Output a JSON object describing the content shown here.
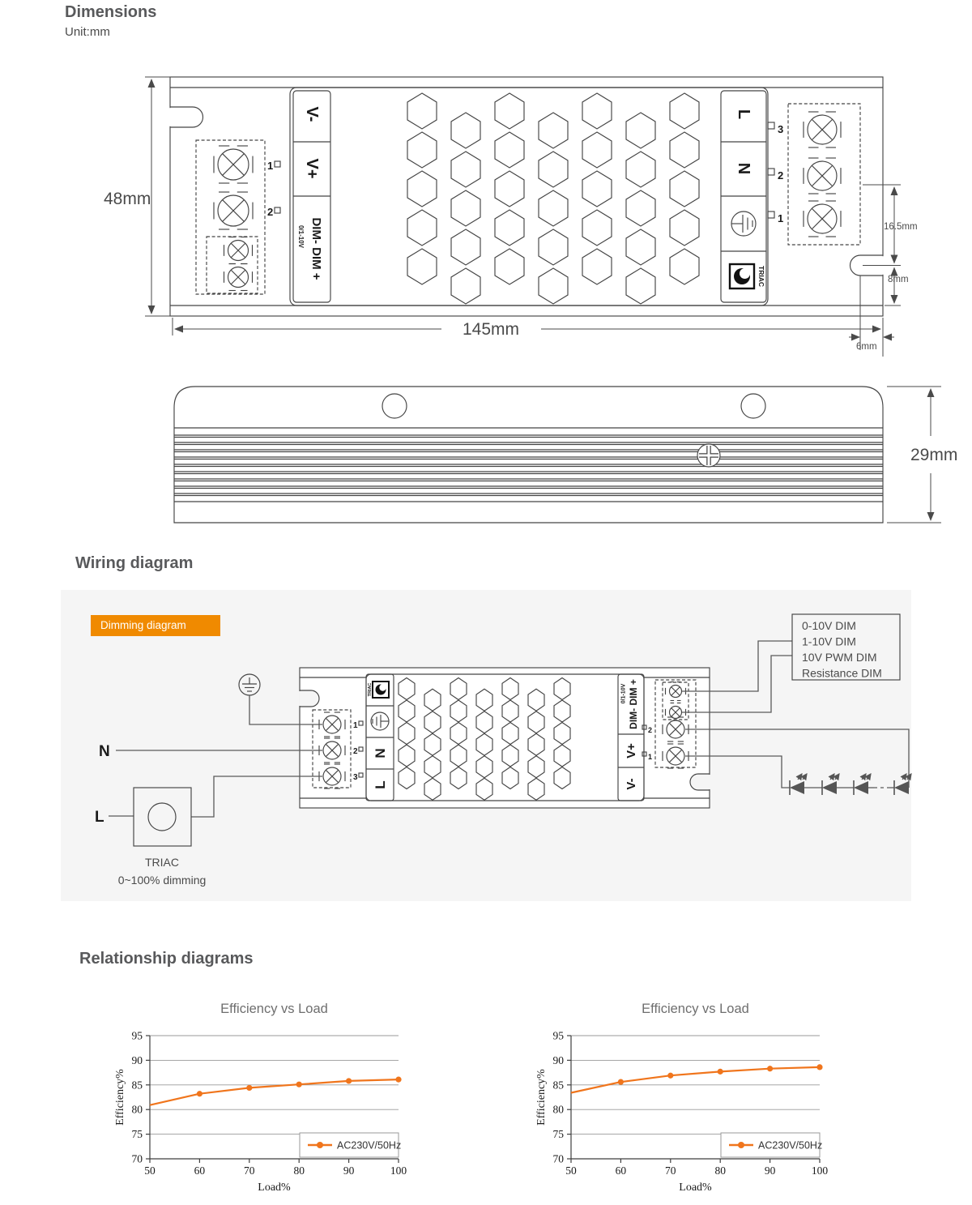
{
  "dimensions": {
    "title": "Dimensions",
    "unit": "Unit:mm",
    "width_label": "48mm",
    "length_label": "145mm",
    "height_label": "29mm",
    "pitch_label": "16.5mm",
    "slot_offset_label": "8mm",
    "slot_inset_label": "6mm",
    "top_view": {
      "v_minus": "V-",
      "v_plus": "V+",
      "dim_row": "DIM-  DIM +",
      "dim_range": "0/1-10V",
      "line": "L",
      "neutral": "N",
      "triac": "TRIAC",
      "left_terminals": [
        "1",
        "2"
      ],
      "right_terminals": [
        "3",
        "2",
        "1"
      ]
    }
  },
  "wiring": {
    "title": "Wiring diagram",
    "badge": "Dimming diagram",
    "badge_color": "#F08A00",
    "dim_box": [
      "0-10V DIM",
      "1-10V DIM",
      "10V PWM DIM",
      "Resistance DIM"
    ],
    "neutral": "N",
    "line": "L",
    "triac_name": "TRIAC",
    "triac_range": "0~100% dimming",
    "device": {
      "triac": "TRIAC",
      "dim_row": "DIM-  DIM +",
      "dim_range": "0/1-10V",
      "v_plus": "V+",
      "v_minus": "V-",
      "neutral": "N",
      "line": "L",
      "left_terminals": [
        "1",
        "2",
        "3"
      ],
      "right_terminals": [
        "2",
        "1"
      ]
    }
  },
  "relationship": {
    "title": "Relationship diagrams"
  },
  "chart_data": [
    {
      "type": "line",
      "title": "Efficiency vs Load",
      "xlabel": "Load%",
      "ylabel": "Efficiency%",
      "x": [
        50,
        60,
        70,
        80,
        90,
        100
      ],
      "series": [
        {
          "name": "AC230V/50Hz",
          "values": [
            80.9,
            83.2,
            84.4,
            85.1,
            85.8,
            86.1
          ]
        }
      ],
      "xlim": [
        50,
        100
      ],
      "ylim": [
        70,
        95
      ],
      "yticks": [
        70,
        75,
        80,
        85,
        90,
        95
      ],
      "xticks": [
        50,
        60,
        70,
        80,
        90,
        100
      ],
      "grid": true,
      "legend_position": "bottom-right",
      "line_color": "#F0751C"
    },
    {
      "type": "line",
      "title": "Efficiency vs Load",
      "xlabel": "Load%",
      "ylabel": "Efficiency%",
      "x": [
        50,
        60,
        70,
        80,
        90,
        100
      ],
      "series": [
        {
          "name": "AC230V/50Hz",
          "values": [
            83.4,
            85.6,
            86.9,
            87.7,
            88.3,
            88.6
          ]
        }
      ],
      "xlim": [
        50,
        100
      ],
      "ylim": [
        70,
        95
      ],
      "yticks": [
        70,
        75,
        80,
        85,
        90,
        95
      ],
      "xticks": [
        50,
        60,
        70,
        80,
        90,
        100
      ],
      "grid": true,
      "legend_position": "bottom-right",
      "line_color": "#F0751C"
    }
  ],
  "colors": {
    "heading": "#58595B",
    "line_art": "#444444",
    "panel_bg": "#F5F5F5",
    "accent": "#F08A00"
  }
}
